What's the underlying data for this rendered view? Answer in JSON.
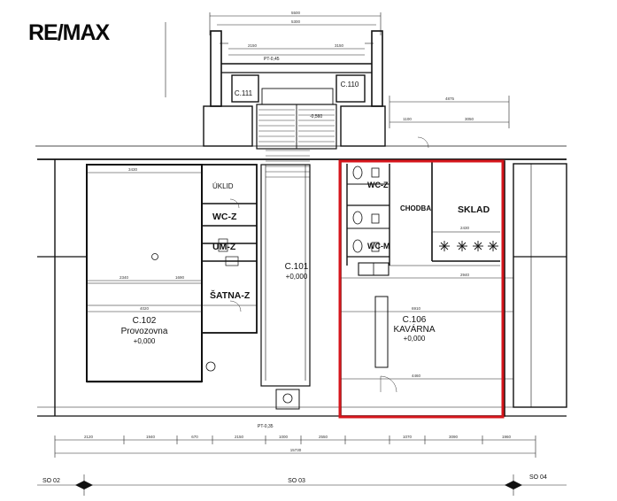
{
  "brand": {
    "logo_text": "RE/MAX"
  },
  "rooms": {
    "c102": {
      "code": "C.102",
      "name": "Provozovna",
      "level": "+0,000"
    },
    "c101": {
      "code": "C.101",
      "level": "+0,000"
    },
    "c106": {
      "code": "C.106",
      "name": "KAVÁRNA",
      "level": "+0,000"
    },
    "c110": {
      "code": "C.110"
    },
    "c111": {
      "code": "C.111"
    },
    "uklid": "ÚKLID",
    "wc_z_left": "WC-Z",
    "um_z": "UM-Z",
    "satna": "ŠATNA-Z",
    "wc_z_right": "WC-Z",
    "wc_m": "WC-M",
    "chodba": "CHODBA",
    "sklad": "SKLAD"
  },
  "levels": {
    "pt_top": "PT-0,45",
    "pt_bottom": "PT-0,35",
    "stair": "-0,560"
  },
  "sections": {
    "left": "SO 02",
    "middle": "SO 03",
    "right": "SO 04"
  },
  "dimensions": {
    "top_total": "5500",
    "top_inner": "5300",
    "d2150": "2150",
    "d3150": "3150",
    "d4875": "4875",
    "d3050": "3050",
    "d1100": "1100",
    "d3430": "3430",
    "d4020": "4020",
    "d2340": "2340",
    "d1690": "1690",
    "d6910": "6910",
    "d2940": "2940",
    "d2430": "2430",
    "d4460": "4460",
    "bottom_total": "15730",
    "b2120": "2120",
    "b1940": "1940",
    "b670": "670",
    "b2150": "2150",
    "b1000": "1000",
    "b2550": "2550",
    "b1070": "1070",
    "b3090": "3090",
    "b1960": "1960"
  },
  "highlight_color": "#d6161c"
}
